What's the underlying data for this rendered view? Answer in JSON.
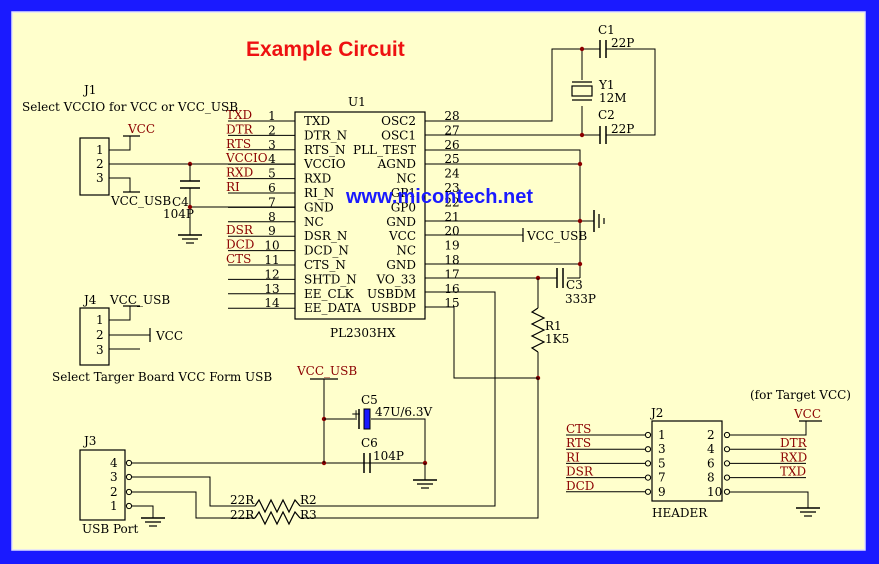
{
  "title": "Example Circuit",
  "watermark": "www.micontech.net",
  "u1": {
    "ref": "U1",
    "part": "PL2303HX",
    "left_pins": [
      {
        "num": "1",
        "name": "TXD",
        "net": "TXD"
      },
      {
        "num": "2",
        "name": "DTR_N",
        "net": "DTR"
      },
      {
        "num": "3",
        "name": "RTS_N",
        "net": "RTS"
      },
      {
        "num": "4",
        "name": "VCCIO",
        "net": "VCCIO"
      },
      {
        "num": "5",
        "name": "RXD",
        "net": "RXD"
      },
      {
        "num": "6",
        "name": "RI_N",
        "net": "RI"
      },
      {
        "num": "7",
        "name": "GND",
        "net": ""
      },
      {
        "num": "8",
        "name": "NC",
        "net": ""
      },
      {
        "num": "9",
        "name": "DSR_N",
        "net": "DSR"
      },
      {
        "num": "10",
        "name": "DCD_N",
        "net": "DCD"
      },
      {
        "num": "11",
        "name": "CTS_N",
        "net": "CTS"
      },
      {
        "num": "12",
        "name": "SHTD_N",
        "net": ""
      },
      {
        "num": "13",
        "name": "EE_CLK",
        "net": ""
      },
      {
        "num": "14",
        "name": "EE_DATA",
        "net": ""
      }
    ],
    "right_pins": [
      {
        "num": "28",
        "name": "OSC2"
      },
      {
        "num": "27",
        "name": "OSC1"
      },
      {
        "num": "26",
        "name": "PLL_TEST"
      },
      {
        "num": "25",
        "name": "AGND"
      },
      {
        "num": "24",
        "name": "NC"
      },
      {
        "num": "23",
        "name": "GP1"
      },
      {
        "num": "22",
        "name": "GP0"
      },
      {
        "num": "21",
        "name": "GND"
      },
      {
        "num": "20",
        "name": "VCC"
      },
      {
        "num": "19",
        "name": "NC"
      },
      {
        "num": "18",
        "name": "GND"
      },
      {
        "num": "17",
        "name": "VO_33"
      },
      {
        "num": "16",
        "name": "USBDM"
      },
      {
        "num": "15",
        "name": "USBDP"
      }
    ]
  },
  "j1": {
    "ref": "J1",
    "desc": "Select VCCIO for VCC or VCC_USB",
    "pins": [
      "1",
      "2",
      "3"
    ],
    "top_net": "VCC",
    "bottom_net": "VCC_USB"
  },
  "j4": {
    "ref": "J4",
    "desc": "Select Targer Board VCC Form USB",
    "pins": [
      "1",
      "2",
      "3"
    ],
    "top_net": "VCC_USB",
    "side_net": "VCC"
  },
  "j3": {
    "ref": "J3",
    "desc": "USB Port",
    "pins": [
      "4",
      "3",
      "2",
      "1"
    ]
  },
  "j2": {
    "ref": "J2",
    "part": "HEADER",
    "note": "(for Target VCC)",
    "vcc_net": "VCC",
    "left_pins": [
      "1",
      "3",
      "5",
      "7",
      "9"
    ],
    "right_pins": [
      "2",
      "4",
      "6",
      "8",
      "10"
    ],
    "left_nets": [
      "CTS",
      "RTS",
      "RI",
      "DSR",
      "DCD"
    ],
    "right_nets": [
      "",
      "DTR",
      "RXD",
      "TXD",
      ""
    ]
  },
  "c1": {
    "ref": "C1",
    "value": "22P"
  },
  "c2": {
    "ref": "C2",
    "value": "22P"
  },
  "y1": {
    "ref": "Y1",
    "value": "12M"
  },
  "c3": {
    "ref": "C3",
    "value": "333P"
  },
  "c4": {
    "ref": "C4",
    "value": "104P"
  },
  "c5": {
    "ref": "C5",
    "value": "47U/6.3V",
    "polarity": "+"
  },
  "c6": {
    "ref": "C6",
    "value": "104P"
  },
  "r1": {
    "ref": "R1",
    "value": "1K5"
  },
  "r2": {
    "ref": "R2",
    "value": "22R"
  },
  "r3": {
    "ref": "R3",
    "value": "22R"
  },
  "nets": {
    "vcc_usb_pin20": "VCC_USB",
    "vcc_usb_c5": "VCC_USB"
  },
  "colors": {
    "border": "#1a1aff",
    "background": "#ffffcc",
    "title": "#ee1111",
    "net_label": "#8b0000",
    "watermark": "#1a1aff"
  }
}
